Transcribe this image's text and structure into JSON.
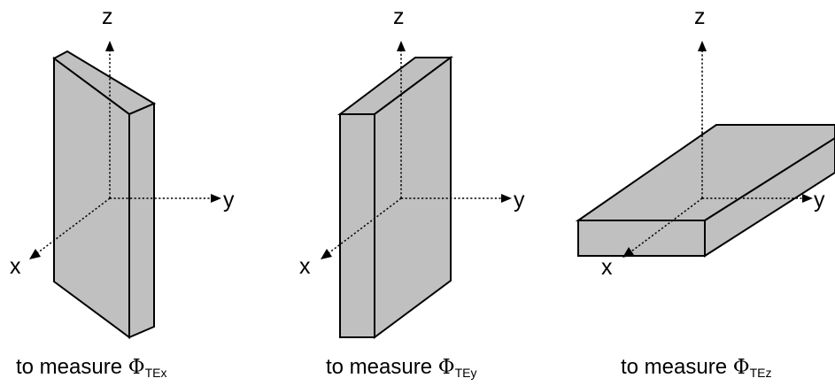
{
  "panels": [
    {
      "axes": {
        "x": "x",
        "y": "y",
        "z": "z"
      },
      "caption": {
        "text": "to measure ",
        "symbol": "Φ",
        "subscript": "TEx"
      }
    },
    {
      "axes": {
        "x": "x",
        "y": "y",
        "z": "z"
      },
      "caption": {
        "text": "to measure ",
        "symbol": "Φ",
        "subscript": "TEy"
      }
    },
    {
      "axes": {
        "x": "x",
        "y": "y",
        "z": "z"
      },
      "caption": {
        "text": "to measure ",
        "symbol": "Φ",
        "subscript": "TEz"
      }
    }
  ],
  "colors": {
    "slab_fill": "#c0c0c0",
    "stroke": "#000000",
    "background": "#ffffff"
  }
}
